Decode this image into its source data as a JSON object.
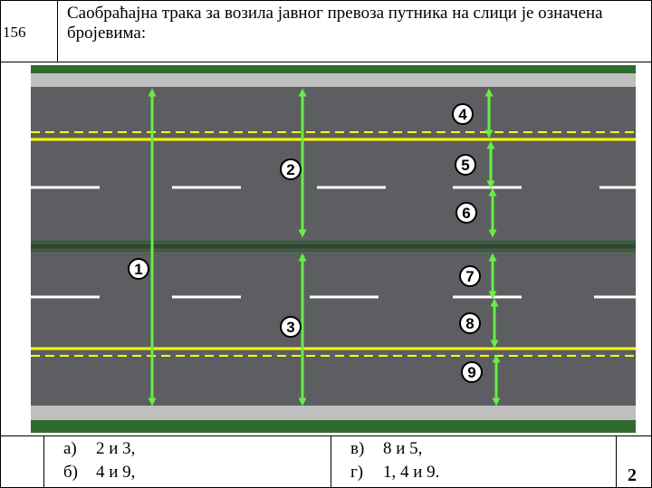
{
  "question": {
    "number": "156",
    "text": "Саобраћајна трака за возила јавног превоза путника на слици је означена бројевима:"
  },
  "figure": {
    "markers": [
      "1",
      "2",
      "3",
      "4",
      "5",
      "6",
      "7",
      "8",
      "9"
    ],
    "colors": {
      "grass": "#2f6b2f",
      "curb": "#bfbfbf",
      "asphalt": "#5d5e61",
      "divider": "#3d3e40",
      "yellow_line": "#ffff00",
      "white_line": "#ffffff",
      "arrow": "#66ee44"
    }
  },
  "answers": [
    {
      "letter": "а)",
      "text": "2 и 3,"
    },
    {
      "letter": "б)",
      "text": "4 и 9,"
    },
    {
      "letter": "в)",
      "text": "8 и 5,"
    },
    {
      "letter": "г)",
      "text": "1, 4 и 9."
    }
  ],
  "points": "2"
}
